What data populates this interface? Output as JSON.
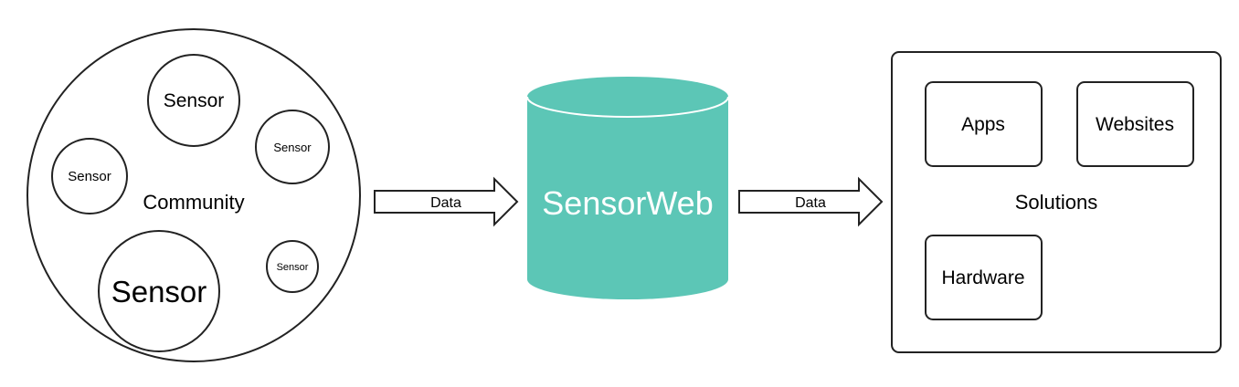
{
  "community": {
    "label": "Community",
    "sensors": [
      "Sensor",
      "Sensor",
      "Sensor",
      "Sensor",
      "Sensor"
    ]
  },
  "arrows": [
    "Data",
    "Data"
  ],
  "database": {
    "label": "SensorWeb",
    "color": "#5cc6b6"
  },
  "solutions": {
    "label": "Solutions",
    "items": [
      "Apps",
      "Websites",
      "Hardware"
    ]
  }
}
